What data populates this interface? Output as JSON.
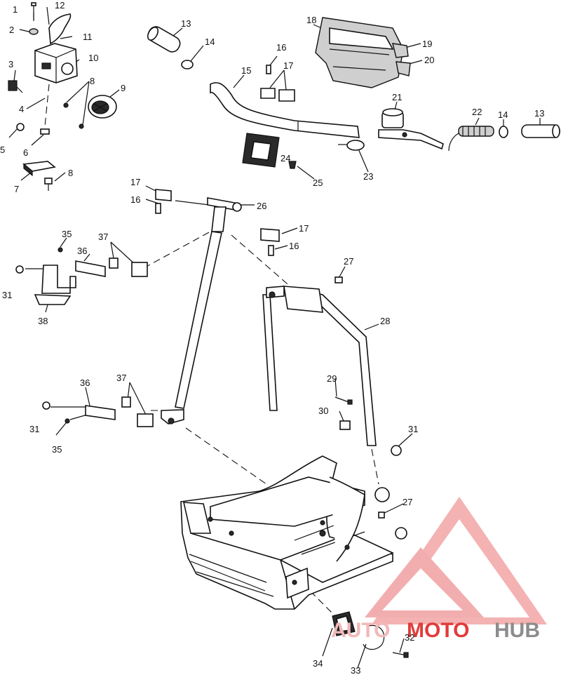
{
  "callouts": [
    {
      "id": "c1",
      "label": "1"
    },
    {
      "id": "c2",
      "label": "2"
    },
    {
      "id": "c12",
      "label": "12"
    },
    {
      "id": "c11",
      "label": "11"
    },
    {
      "id": "c3",
      "label": "3"
    },
    {
      "id": "c10",
      "label": "10"
    },
    {
      "id": "c8a",
      "label": "8"
    },
    {
      "id": "c9",
      "label": "9"
    },
    {
      "id": "c4",
      "label": "4"
    },
    {
      "id": "c5",
      "label": "5"
    },
    {
      "id": "c6",
      "label": "6"
    },
    {
      "id": "c7",
      "label": "7"
    },
    {
      "id": "c8b",
      "label": "8"
    },
    {
      "id": "c13a",
      "label": "13"
    },
    {
      "id": "c14a",
      "label": "14"
    },
    {
      "id": "c16a",
      "label": "16"
    },
    {
      "id": "c17a",
      "label": "17"
    },
    {
      "id": "c15",
      "label": "15"
    },
    {
      "id": "c18",
      "label": "18"
    },
    {
      "id": "c19",
      "label": "19"
    },
    {
      "id": "c20",
      "label": "20"
    },
    {
      "id": "c21",
      "label": "21"
    },
    {
      "id": "c22",
      "label": "22"
    },
    {
      "id": "c14b",
      "label": "14"
    },
    {
      "id": "c13b",
      "label": "13"
    },
    {
      "id": "c24",
      "label": "24"
    },
    {
      "id": "c25",
      "label": "25"
    },
    {
      "id": "c23",
      "label": "23"
    },
    {
      "id": "c17b",
      "label": "17"
    },
    {
      "id": "c16b",
      "label": "16"
    },
    {
      "id": "c26",
      "label": "26"
    },
    {
      "id": "c17c",
      "label": "17"
    },
    {
      "id": "c16c",
      "label": "16"
    },
    {
      "id": "c35a",
      "label": "35"
    },
    {
      "id": "c36a",
      "label": "36"
    },
    {
      "id": "c37a",
      "label": "37"
    },
    {
      "id": "c31a",
      "label": "31"
    },
    {
      "id": "c38",
      "label": "38"
    },
    {
      "id": "c27a",
      "label": "27"
    },
    {
      "id": "c28",
      "label": "28"
    },
    {
      "id": "c36b",
      "label": "36"
    },
    {
      "id": "c37b",
      "label": "37"
    },
    {
      "id": "c29",
      "label": "29"
    },
    {
      "id": "c31b",
      "label": "31"
    },
    {
      "id": "c35b",
      "label": "35"
    },
    {
      "id": "c30",
      "label": "30"
    },
    {
      "id": "c31c",
      "label": "31"
    },
    {
      "id": "c27b",
      "label": "27"
    },
    {
      "id": "c32",
      "label": "32"
    },
    {
      "id": "c34",
      "label": "34"
    },
    {
      "id": "c33",
      "label": "33"
    }
  ],
  "watermark": {
    "part1": "AUTO",
    "part2": "MOTO",
    "part3": "HUB",
    "color_light": "#f2b8b8",
    "color_red": "#e23b3b",
    "color_grey": "#8c8c8c"
  }
}
